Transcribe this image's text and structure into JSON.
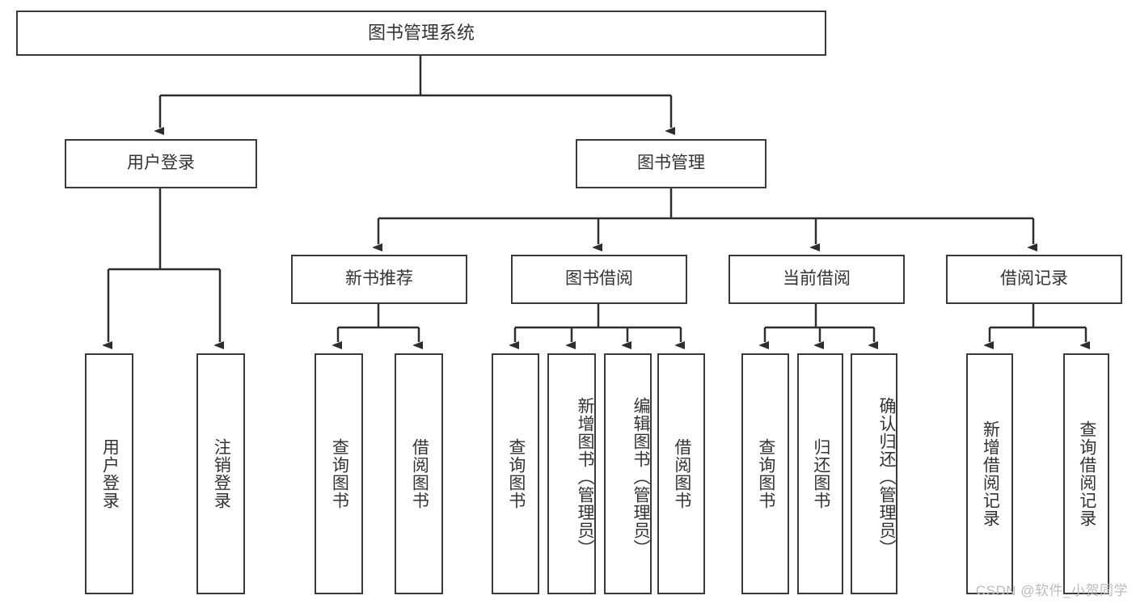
{
  "diagram": {
    "type": "tree",
    "title": "图书管理系统",
    "watermark": "CSDN @软件_小贺同学",
    "colors": {
      "border": "#3a3a3a",
      "text": "#333333",
      "background": "#ffffff",
      "connector": "#2e2e2e",
      "watermark": "#b9bcc0"
    },
    "nodes": {
      "root": "图书管理系统",
      "level2": [
        "用户登录",
        "图书管理"
      ],
      "level3": [
        "新书推荐",
        "图书借阅",
        "当前借阅",
        "借阅记录"
      ],
      "leaves": {
        "user_login": [
          "用户登录",
          "注销登录"
        ],
        "new_book": [
          "查询图书",
          "借阅图书"
        ],
        "book_borrow": [
          "查询图书",
          "新增图书（管理员）",
          "编辑图书（管理员）",
          "借阅图书"
        ],
        "current_borrow": [
          "查询图书",
          "归还图书",
          "确认归还（管理员）"
        ],
        "borrow_record": [
          "新增借阅记录",
          "查询借阅记录"
        ]
      }
    }
  }
}
